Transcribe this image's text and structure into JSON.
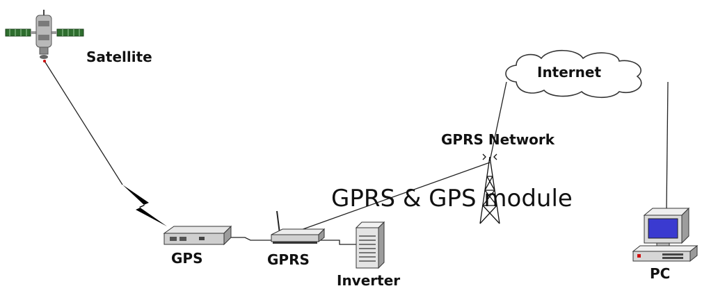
{
  "labels": {
    "satellite": "Satellite",
    "internet": "Internet",
    "gprs_network": "GPRS Network",
    "module": "GPRS & GPS module",
    "gps": "GPS",
    "gprs": "GPRS",
    "inverter": "Inverter",
    "pc": "PC"
  },
  "icons": [
    "satellite-icon",
    "cloud-icon",
    "tower-icon",
    "gps-receiver-icon",
    "gprs-router-icon",
    "inverter-icon",
    "pc-icon",
    "lightning-icon"
  ]
}
